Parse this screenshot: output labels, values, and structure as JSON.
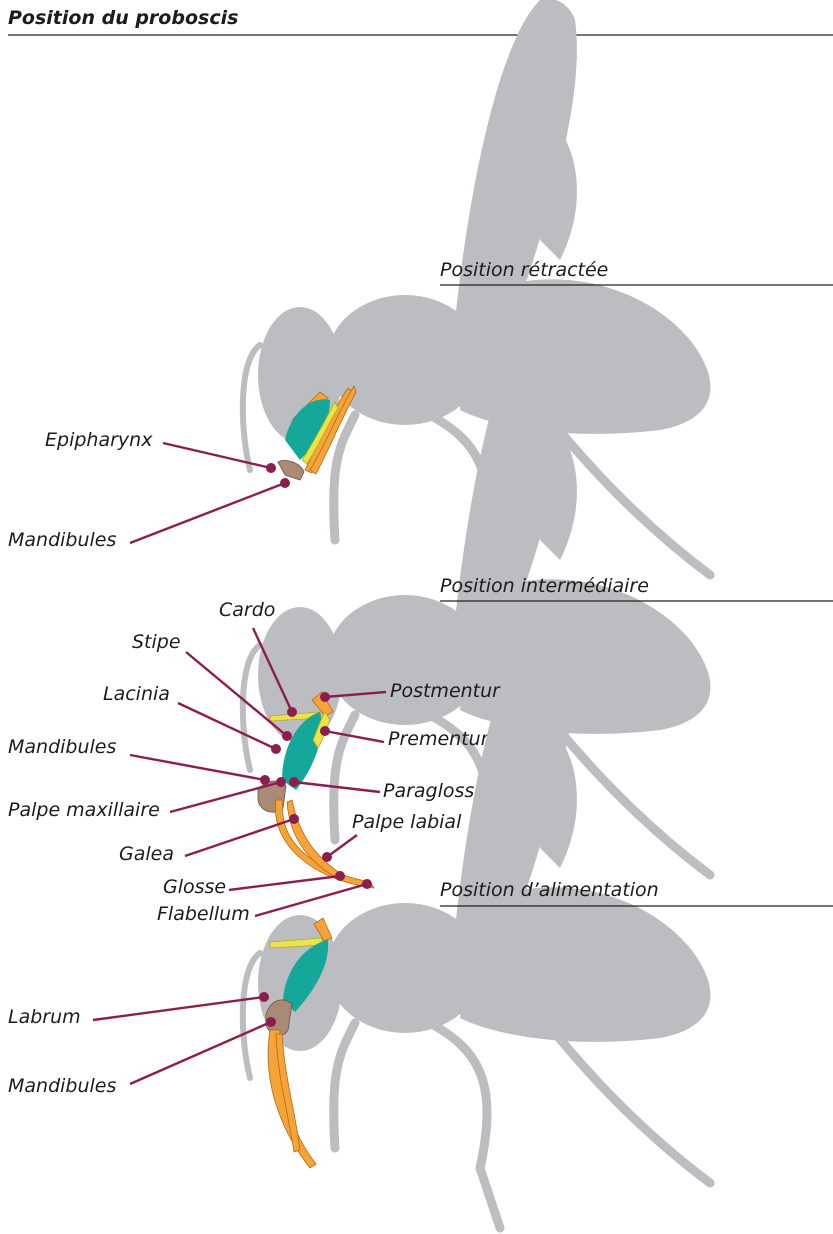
{
  "title": "Position du proboscis",
  "colors": {
    "body": "#bcbdc1",
    "leader": "#8c1d4f",
    "galea": "#f6a43a",
    "stipe": "#14a79a",
    "cardo": "#eae34a",
    "mandible": "#a98a74"
  },
  "panels": {
    "retracted": {
      "heading": "Position rétractée",
      "labels": {
        "epipharynx": "Epipharynx",
        "mandibules": "Mandibules"
      }
    },
    "intermediate": {
      "heading": "Position intermédiaire",
      "labels": {
        "cardo": "Cardo",
        "stipe": "Stipe",
        "lacinia": "Lacinia",
        "mandibules": "Mandibules",
        "palpe_maxillaire": "Palpe maxillaire",
        "galea": "Galea",
        "glosse": "Glosse",
        "flabellum": "Flabellum",
        "postmentum": "Postmentum",
        "prementum": "Prementum",
        "paraglosse": "Paraglosse",
        "palpe_labial": "Palpe labial"
      }
    },
    "feeding": {
      "heading": "Position d’alimentation",
      "labels": {
        "labrum": "Labrum",
        "mandibules": "Mandibules"
      }
    }
  }
}
